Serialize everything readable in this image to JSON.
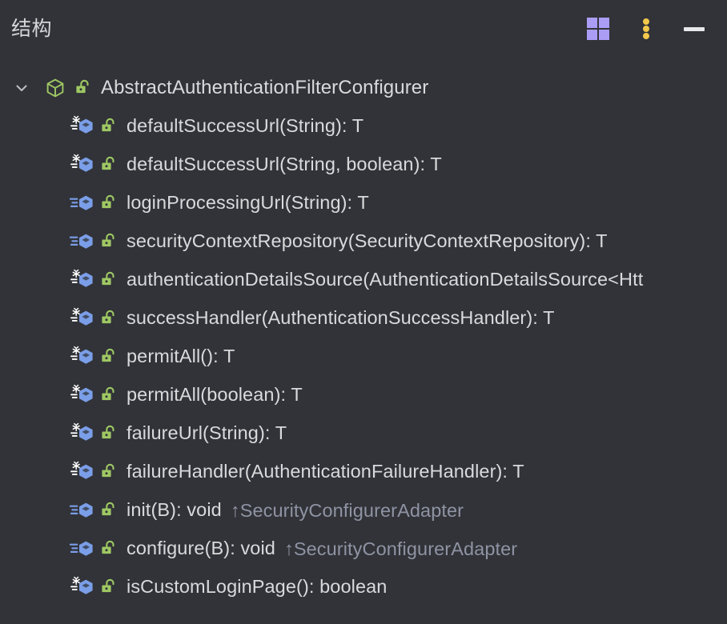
{
  "panel": {
    "title": "结构",
    "background_color": "#313338",
    "text_color": "#d8dadc"
  },
  "header": {
    "actions": [
      {
        "name": "grid-view-button",
        "icon": "grid-icon",
        "color": "#ab9df6"
      },
      {
        "name": "more-options-button",
        "icon": "vertical-dots-icon",
        "color": "#f2c94c"
      },
      {
        "name": "minimize-button",
        "icon": "minimize-icon",
        "color": "#e6e8ea"
      }
    ]
  },
  "tree": {
    "root": {
      "expander": "chevron-down-icon",
      "expanded": true,
      "kind_icon": "class-cube-icon",
      "visibility_icon": "public-unlock-icon",
      "label": "AbstractAuthenticationFilterConfigurer"
    },
    "members": [
      {
        "modifier_icon": "abstract-snowflake-icon",
        "kind_icon": "method-hexagon-icon",
        "visibility_icon": "public-unlock-icon",
        "label": "defaultSuccessUrl(String): T",
        "inherited_from": ""
      },
      {
        "modifier_icon": "abstract-snowflake-icon",
        "kind_icon": "method-hexagon-icon",
        "visibility_icon": "public-unlock-icon",
        "label": "defaultSuccessUrl(String, boolean): T",
        "inherited_from": ""
      },
      {
        "modifier_icon": "overriding-bars-icon",
        "kind_icon": "method-hexagon-icon",
        "visibility_icon": "public-unlock-icon",
        "label": "loginProcessingUrl(String): T",
        "inherited_from": ""
      },
      {
        "modifier_icon": "overriding-bars-icon",
        "kind_icon": "method-hexagon-icon",
        "visibility_icon": "public-unlock-icon",
        "label": "securityContextRepository(SecurityContextRepository): T",
        "inherited_from": ""
      },
      {
        "modifier_icon": "abstract-snowflake-icon",
        "kind_icon": "method-hexagon-icon",
        "visibility_icon": "public-unlock-icon",
        "label": "authenticationDetailsSource(AuthenticationDetailsSource<Htt",
        "inherited_from": ""
      },
      {
        "modifier_icon": "abstract-snowflake-icon",
        "kind_icon": "method-hexagon-icon",
        "visibility_icon": "public-unlock-icon",
        "label": "successHandler(AuthenticationSuccessHandler): T",
        "inherited_from": ""
      },
      {
        "modifier_icon": "abstract-snowflake-icon",
        "kind_icon": "method-hexagon-icon",
        "visibility_icon": "public-unlock-icon",
        "label": "permitAll(): T",
        "inherited_from": ""
      },
      {
        "modifier_icon": "abstract-snowflake-icon",
        "kind_icon": "method-hexagon-icon",
        "visibility_icon": "public-unlock-icon",
        "label": "permitAll(boolean): T",
        "inherited_from": ""
      },
      {
        "modifier_icon": "abstract-snowflake-icon",
        "kind_icon": "method-hexagon-icon",
        "visibility_icon": "public-unlock-icon",
        "label": "failureUrl(String): T",
        "inherited_from": ""
      },
      {
        "modifier_icon": "abstract-snowflake-icon",
        "kind_icon": "method-hexagon-icon",
        "visibility_icon": "public-unlock-icon",
        "label": "failureHandler(AuthenticationFailureHandler): T",
        "inherited_from": ""
      },
      {
        "modifier_icon": "overriding-bars-icon",
        "kind_icon": "method-hexagon-icon",
        "visibility_icon": "public-unlock-icon",
        "label": "init(B): void",
        "inherited_from": "↑SecurityConfigurerAdapter"
      },
      {
        "modifier_icon": "overriding-bars-icon",
        "kind_icon": "method-hexagon-icon",
        "visibility_icon": "public-unlock-icon",
        "label": "configure(B): void",
        "inherited_from": "↑SecurityConfigurerAdapter"
      },
      {
        "modifier_icon": "abstract-snowflake-icon",
        "kind_icon": "method-hexagon-icon",
        "visibility_icon": "public-unlock-icon",
        "label": "isCustomLoginPage(): boolean",
        "inherited_from": ""
      }
    ]
  },
  "colors": {
    "class_icon": "#9fc863",
    "method_icon": "#7b9ee8",
    "public_icon": "#9fc863",
    "inherited_text": "#8f93a3"
  }
}
